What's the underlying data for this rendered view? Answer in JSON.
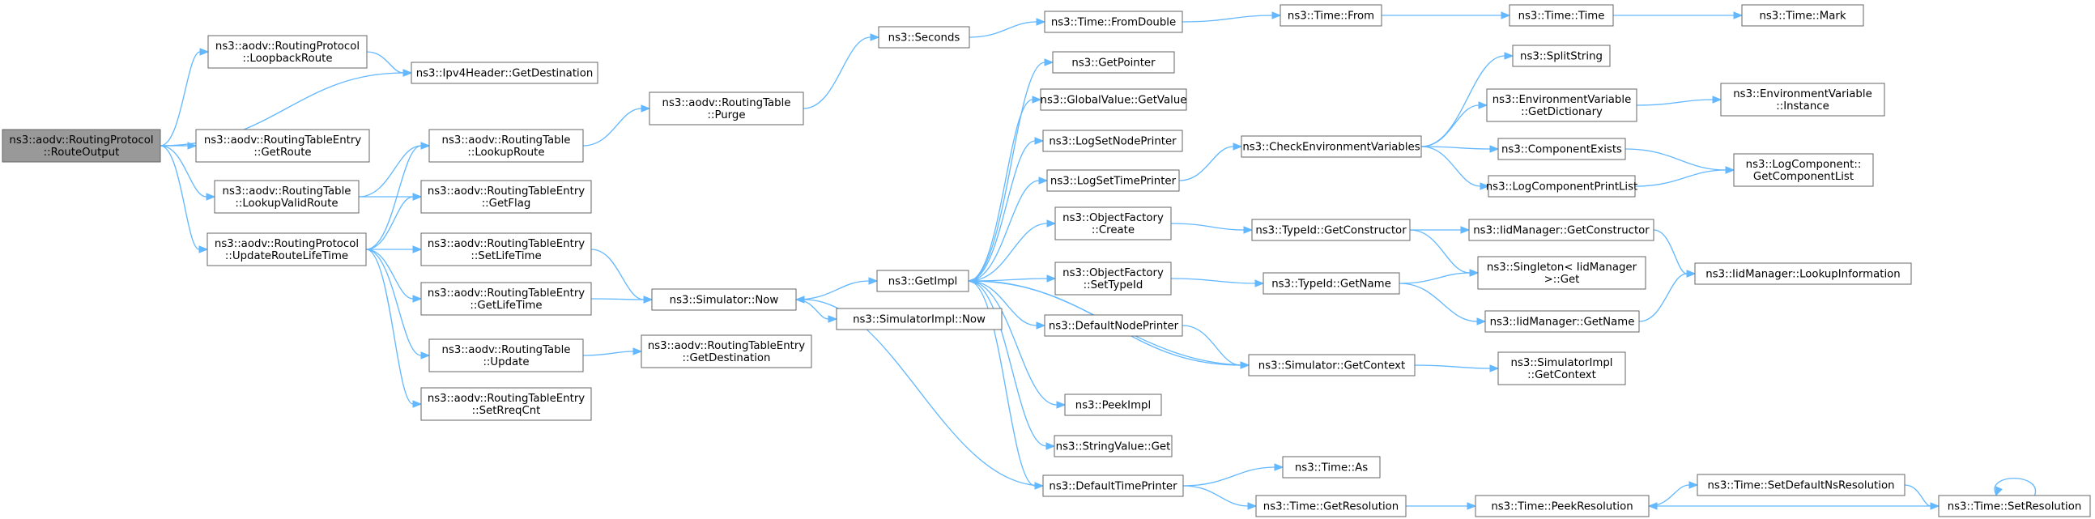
{
  "graph": {
    "title": "",
    "colors": {
      "edge": "#63b8ff",
      "node_border": "#666666",
      "root_fill": "#999999",
      "node_fill": "#ffffff"
    },
    "nodes": [
      {
        "id": "root",
        "lines": [
          "ns3::aodv::RoutingProtocol",
          "::RouteOutput"
        ],
        "root": true
      },
      {
        "id": "loopback",
        "lines": [
          "ns3::aodv::RoutingProtocol",
          "::LoopbackRoute"
        ]
      },
      {
        "id": "getdest",
        "lines": [
          "ns3::Ipv4Header::GetDestination"
        ]
      },
      {
        "id": "rte_getroute",
        "lines": [
          "ns3::aodv::RoutingTableEntry",
          "::GetRoute"
        ]
      },
      {
        "id": "lookupvalid",
        "lines": [
          "ns3::aodv::RoutingTable",
          "::LookupValidRoute"
        ]
      },
      {
        "id": "updatelife",
        "lines": [
          "ns3::aodv::RoutingProtocol",
          "::UpdateRouteLifeTime"
        ]
      },
      {
        "id": "lookuproute",
        "lines": [
          "ns3::aodv::RoutingTable",
          "::LookupRoute"
        ]
      },
      {
        "id": "getflag",
        "lines": [
          "ns3::aodv::RoutingTableEntry",
          "::GetFlag"
        ]
      },
      {
        "id": "setlife",
        "lines": [
          "ns3::aodv::RoutingTableEntry",
          "::SetLifeTime"
        ]
      },
      {
        "id": "getlife",
        "lines": [
          "ns3::aodv::RoutingTableEntry",
          "::GetLifeTime"
        ]
      },
      {
        "id": "rt_update",
        "lines": [
          "ns3::aodv::RoutingTable",
          "::Update"
        ]
      },
      {
        "id": "setreqcnt",
        "lines": [
          "ns3::aodv::RoutingTableEntry",
          "::SetRreqCnt"
        ]
      },
      {
        "id": "purge",
        "lines": [
          "ns3::aodv::RoutingTable",
          "::Purge"
        ]
      },
      {
        "id": "sim_now",
        "lines": [
          "ns3::Simulator::Now"
        ]
      },
      {
        "id": "rte_getdest",
        "lines": [
          "ns3::aodv::RoutingTableEntry",
          "::GetDestination"
        ]
      },
      {
        "id": "seconds",
        "lines": [
          "ns3::Seconds"
        ]
      },
      {
        "id": "getimpl",
        "lines": [
          "ns3::GetImpl"
        ]
      },
      {
        "id": "simimpl_now",
        "lines": [
          "ns3::SimulatorImpl::Now"
        ]
      },
      {
        "id": "fromdouble",
        "lines": [
          "ns3::Time::FromDouble"
        ]
      },
      {
        "id": "getpointer",
        "lines": [
          "ns3::GetPointer"
        ]
      },
      {
        "id": "globalvalue",
        "lines": [
          "ns3::GlobalValue::GetValue"
        ]
      },
      {
        "id": "logsetnode",
        "lines": [
          "ns3::LogSetNodePrinter"
        ]
      },
      {
        "id": "logsettime",
        "lines": [
          "ns3::LogSetTimePrinter"
        ]
      },
      {
        "id": "of_create",
        "lines": [
          "ns3::ObjectFactory",
          "::Create"
        ]
      },
      {
        "id": "of_settypeid",
        "lines": [
          "ns3::ObjectFactory",
          "::SetTypeId"
        ]
      },
      {
        "id": "defnodeprinter",
        "lines": [
          "ns3::DefaultNodePrinter"
        ]
      },
      {
        "id": "peekimpl",
        "lines": [
          "ns3::PeekImpl"
        ]
      },
      {
        "id": "stringvalue",
        "lines": [
          "ns3::StringValue::Get"
        ]
      },
      {
        "id": "deftimeprinter",
        "lines": [
          "ns3::DefaultTimePrinter"
        ]
      },
      {
        "id": "time_from",
        "lines": [
          "ns3::Time::From"
        ]
      },
      {
        "id": "checkenv",
        "lines": [
          "ns3::CheckEnvironmentVariables"
        ]
      },
      {
        "id": "typeid_getctor",
        "lines": [
          "ns3::TypeId::GetConstructor"
        ]
      },
      {
        "id": "typeid_getname",
        "lines": [
          "ns3::TypeId::GetName"
        ]
      },
      {
        "id": "sim_getcontext",
        "lines": [
          "ns3::Simulator::GetContext"
        ]
      },
      {
        "id": "time_as",
        "lines": [
          "ns3::Time::As"
        ]
      },
      {
        "id": "time_getres",
        "lines": [
          "ns3::Time::GetResolution"
        ]
      },
      {
        "id": "time_time",
        "lines": [
          "ns3::Time::Time"
        ]
      },
      {
        "id": "splitstring",
        "lines": [
          "ns3::SplitString"
        ]
      },
      {
        "id": "envvar_getdict",
        "lines": [
          "ns3::EnvironmentVariable",
          "::GetDictionary"
        ]
      },
      {
        "id": "compexists",
        "lines": [
          "ns3::ComponentExists"
        ]
      },
      {
        "id": "logcompprint",
        "lines": [
          "ns3::LogComponentPrintList"
        ]
      },
      {
        "id": "iid_getctor",
        "lines": [
          "ns3::IidManager::GetConstructor"
        ]
      },
      {
        "id": "singleton_get",
        "lines": [
          "ns3::Singleton< IidManager",
          " >::Get"
        ]
      },
      {
        "id": "iid_getname",
        "lines": [
          "ns3::IidManager::GetName"
        ]
      },
      {
        "id": "simimpl_getcontext",
        "lines": [
          "ns3::SimulatorImpl",
          "::GetContext"
        ]
      },
      {
        "id": "time_peekres",
        "lines": [
          "ns3::Time::PeekResolution"
        ]
      },
      {
        "id": "time_mark",
        "lines": [
          "ns3::Time::Mark"
        ]
      },
      {
        "id": "envvar_instance",
        "lines": [
          "ns3::EnvironmentVariable",
          "::Instance"
        ]
      },
      {
        "id": "logcomp_getlist",
        "lines": [
          "ns3::LogComponent::",
          "GetComponentList"
        ]
      },
      {
        "id": "iid_lookupinfo",
        "lines": [
          "ns3::IidManager::LookupInformation"
        ]
      },
      {
        "id": "time_setdefaultns",
        "lines": [
          "ns3::Time::SetDefaultNsResolution"
        ]
      },
      {
        "id": "time_setres",
        "lines": [
          "ns3::Time::SetResolution"
        ]
      }
    ],
    "edges": [
      [
        "root",
        "loopback"
      ],
      [
        "root",
        "getdest"
      ],
      [
        "root",
        "rte_getroute"
      ],
      [
        "root",
        "lookupvalid"
      ],
      [
        "root",
        "updatelife"
      ],
      [
        "loopback",
        "getdest"
      ],
      [
        "lookupvalid",
        "lookuproute"
      ],
      [
        "lookupvalid",
        "getflag"
      ],
      [
        "updatelife",
        "lookuproute"
      ],
      [
        "updatelife",
        "getflag"
      ],
      [
        "updatelife",
        "setlife"
      ],
      [
        "updatelife",
        "getlife"
      ],
      [
        "updatelife",
        "rt_update"
      ],
      [
        "updatelife",
        "setreqcnt"
      ],
      [
        "lookuproute",
        "purge"
      ],
      [
        "purge",
        "seconds"
      ],
      [
        "setlife",
        "sim_now"
      ],
      [
        "getlife",
        "sim_now"
      ],
      [
        "rt_update",
        "rte_getdest"
      ],
      [
        "sim_now",
        "getimpl"
      ],
      [
        "sim_now",
        "simimpl_now"
      ],
      [
        "seconds",
        "fromdouble"
      ],
      [
        "getimpl",
        "getpointer"
      ],
      [
        "getimpl",
        "globalvalue"
      ],
      [
        "getimpl",
        "logsetnode"
      ],
      [
        "getimpl",
        "logsettime"
      ],
      [
        "getimpl",
        "of_create"
      ],
      [
        "getimpl",
        "of_settypeid"
      ],
      [
        "getimpl",
        "defnodeprinter"
      ],
      [
        "getimpl",
        "sim_getcontext"
      ],
      [
        "getimpl",
        "peekimpl"
      ],
      [
        "getimpl",
        "stringvalue"
      ],
      [
        "getimpl",
        "deftimeprinter"
      ],
      [
        "fromdouble",
        "time_from"
      ],
      [
        "time_from",
        "time_time"
      ],
      [
        "time_time",
        "time_mark"
      ],
      [
        "logsettime",
        "checkenv"
      ],
      [
        "checkenv",
        "splitstring"
      ],
      [
        "checkenv",
        "envvar_getdict"
      ],
      [
        "checkenv",
        "compexists"
      ],
      [
        "checkenv",
        "logcompprint"
      ],
      [
        "envvar_getdict",
        "envvar_instance"
      ],
      [
        "compexists",
        "logcomp_getlist"
      ],
      [
        "logcompprint",
        "logcomp_getlist"
      ],
      [
        "of_create",
        "typeid_getctor"
      ],
      [
        "typeid_getctor",
        "iid_getctor"
      ],
      [
        "typeid_getctor",
        "singleton_get"
      ],
      [
        "iid_getctor",
        "iid_lookupinfo"
      ],
      [
        "of_settypeid",
        "typeid_getname"
      ],
      [
        "typeid_getname",
        "singleton_get"
      ],
      [
        "typeid_getname",
        "iid_getname"
      ],
      [
        "iid_getname",
        "iid_lookupinfo"
      ],
      [
        "defnodeprinter",
        "sim_getcontext"
      ],
      [
        "sim_getcontext",
        "simimpl_getcontext"
      ],
      [
        "sim_getcontext",
        "getimpl"
      ],
      [
        "deftimeprinter",
        "sim_now"
      ],
      [
        "deftimeprinter",
        "time_as"
      ],
      [
        "deftimeprinter",
        "time_getres"
      ],
      [
        "time_getres",
        "time_peekres"
      ],
      [
        "time_peekres",
        "time_setdefaultns"
      ],
      [
        "time_setdefaultns",
        "time_setres"
      ],
      [
        "time_setres",
        "time_peekres"
      ],
      [
        "time_setres",
        "time_setres"
      ]
    ]
  }
}
